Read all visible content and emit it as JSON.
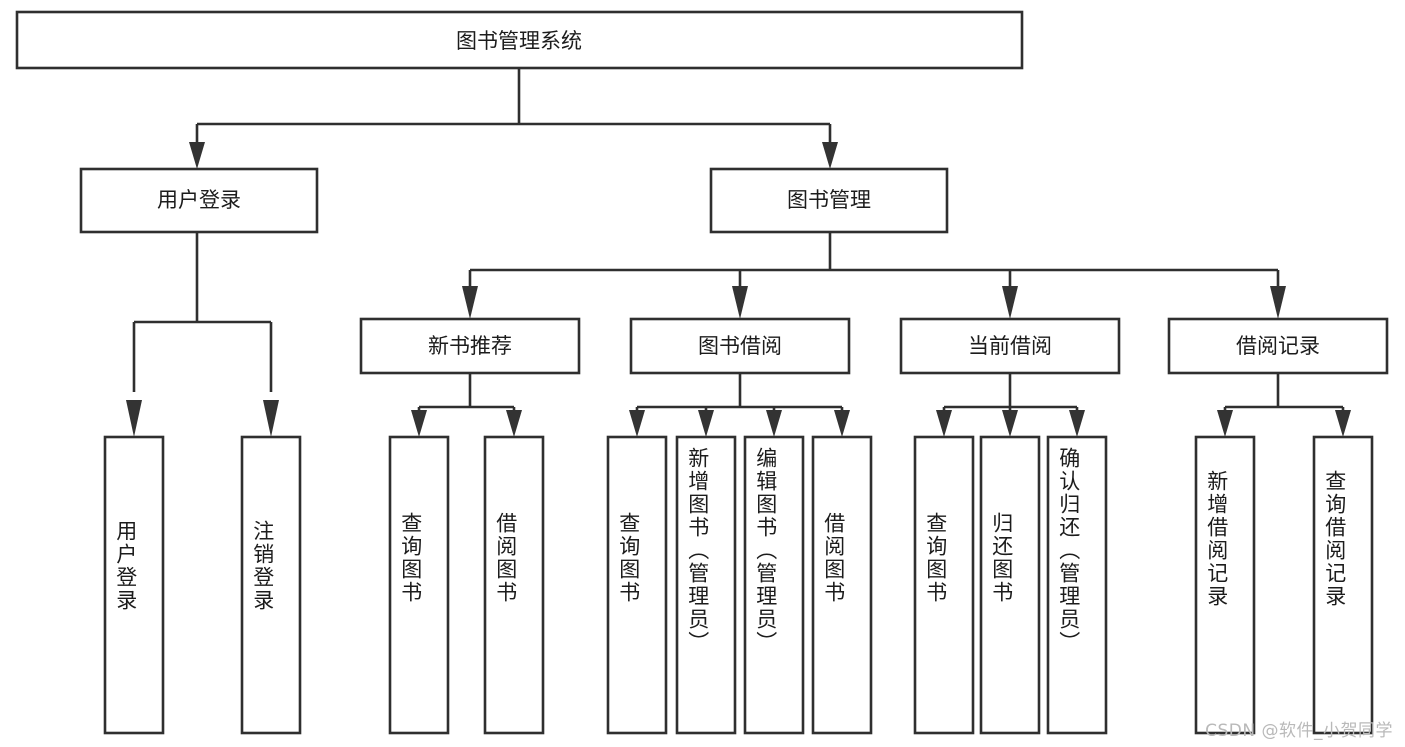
{
  "diagram": {
    "type": "tree",
    "title": "图书管理系统",
    "watermark": "CSDN @软件_小贺同学",
    "colors": {
      "box_fill": "#ffffff",
      "box_stroke": "#2f2f2f",
      "text": "#1c1c1c",
      "background": "#ffffff",
      "watermark": "#b9b9b9"
    },
    "root": {
      "label": "图书管理系统"
    },
    "level2": [
      {
        "label": "用户登录"
      },
      {
        "label": "图书管理"
      }
    ],
    "level3": [
      {
        "label": "新书推荐"
      },
      {
        "label": "图书借阅"
      },
      {
        "label": "当前借阅"
      },
      {
        "label": "借阅记录"
      }
    ],
    "leaves": {
      "user_login": [
        {
          "label": "用户登录"
        },
        {
          "label": "注销登录"
        }
      ],
      "new_book_recommend": [
        {
          "label": "查询图书"
        },
        {
          "label": "借阅图书"
        }
      ],
      "book_borrow": [
        {
          "label": "查询图书"
        },
        {
          "label": "新增图书（管理员）"
        },
        {
          "label": "编辑图书（管理员）"
        },
        {
          "label": "借阅图书"
        }
      ],
      "current_borrow": [
        {
          "label": "查询图书"
        },
        {
          "label": "归还图书"
        },
        {
          "label": "确认归还（管理员）"
        }
      ],
      "borrow_record": [
        {
          "label": "新增借阅记录"
        },
        {
          "label": "查询借阅记录"
        }
      ]
    }
  }
}
